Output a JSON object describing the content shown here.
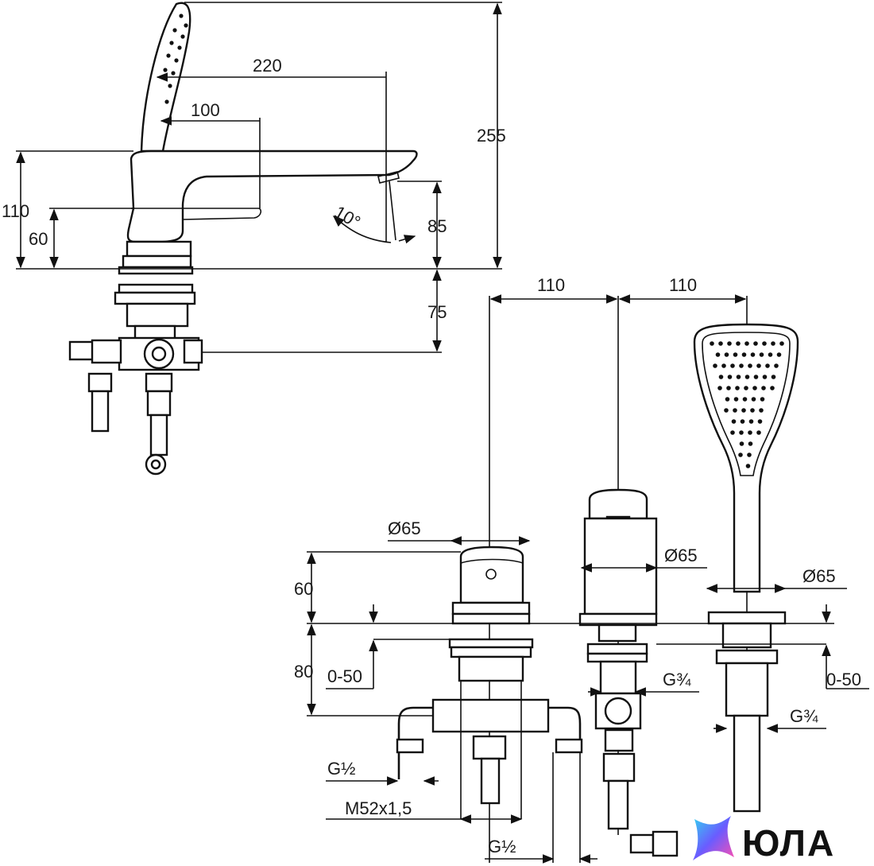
{
  "dimensions": {
    "top_view": {
      "reach_220": "220",
      "reach_100": "100",
      "height_255": "255",
      "height_110": "110",
      "height_60": "60",
      "spout_85": "85",
      "below_75": "75",
      "angle": "10°"
    },
    "bottom_view": {
      "spacing_left": "110",
      "spacing_right": "110",
      "dia_mixer": "Ø65",
      "dia_spout": "Ø65",
      "dia_shower": "Ø65",
      "height_60": "60",
      "height_80": "80",
      "range_left": "0-50",
      "range_right": "0-50",
      "thread_g34_spout": "G¾",
      "thread_g34_shower": "G¾",
      "thread_g12_left": "G½",
      "thread_m52": "M52x1,5",
      "thread_g12_bottom": "G½"
    }
  },
  "logo": {
    "text": "ЮЛА",
    "colors": [
      "#33d3f0",
      "#6a5cff",
      "#ff4fb0"
    ]
  }
}
